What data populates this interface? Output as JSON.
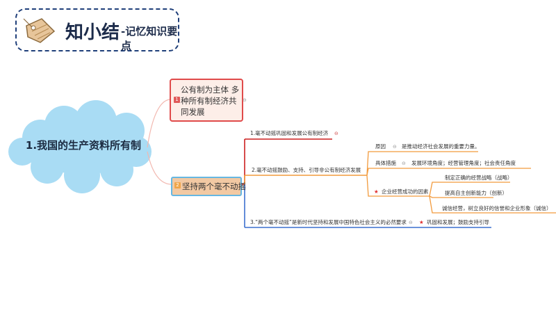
{
  "banner": {
    "title": "知小结",
    "subtitle": "-记忆知识要点"
  },
  "central": {
    "title": "1.我国的生产资料所有制"
  },
  "branch1": {
    "number": "1",
    "label": "公有制为主体 多种所有制经济共同发展"
  },
  "branch2": {
    "number": "2",
    "label": "坚持两个毫不动摇",
    "items": [
      {
        "label": "1.毫不动摇巩固和发展公有制经济"
      },
      {
        "label": "2.毫不动摇鼓励、支持、引导非公有制经济发展",
        "children": [
          {
            "label": "原因",
            "detail": "是推动经济社会发展的重要力量。"
          },
          {
            "label": "具体措施",
            "detail": "发展环境角度；经营管理角度；社会责任角度"
          },
          {
            "label": "企业经营成功的因素",
            "children": [
              {
                "label": "制定正确的经营战略（战略）"
              },
              {
                "label": "提高自主创新能力（创新）"
              },
              {
                "label": "诚信经营，树立良好的信誉和企业形象（诚信）"
              }
            ]
          }
        ]
      },
      {
        "label": "3.“两个毫不动摇”是新时代坚持和发展中国特色社会主义的必然要求",
        "detail": "巩固和发展；鼓励支持引导"
      }
    ]
  },
  "colors": {
    "banner_border": "#1f3f7a",
    "cloud": "#a9dcf4",
    "box1_border": "#e04a4a",
    "box2_fill": "#f2c9a3",
    "box2_border": "#66b7e2",
    "line_red": "#cc1f1f",
    "line_orange": "#f29a3c",
    "line_blue": "#3a6fce",
    "star": "#e03030"
  }
}
